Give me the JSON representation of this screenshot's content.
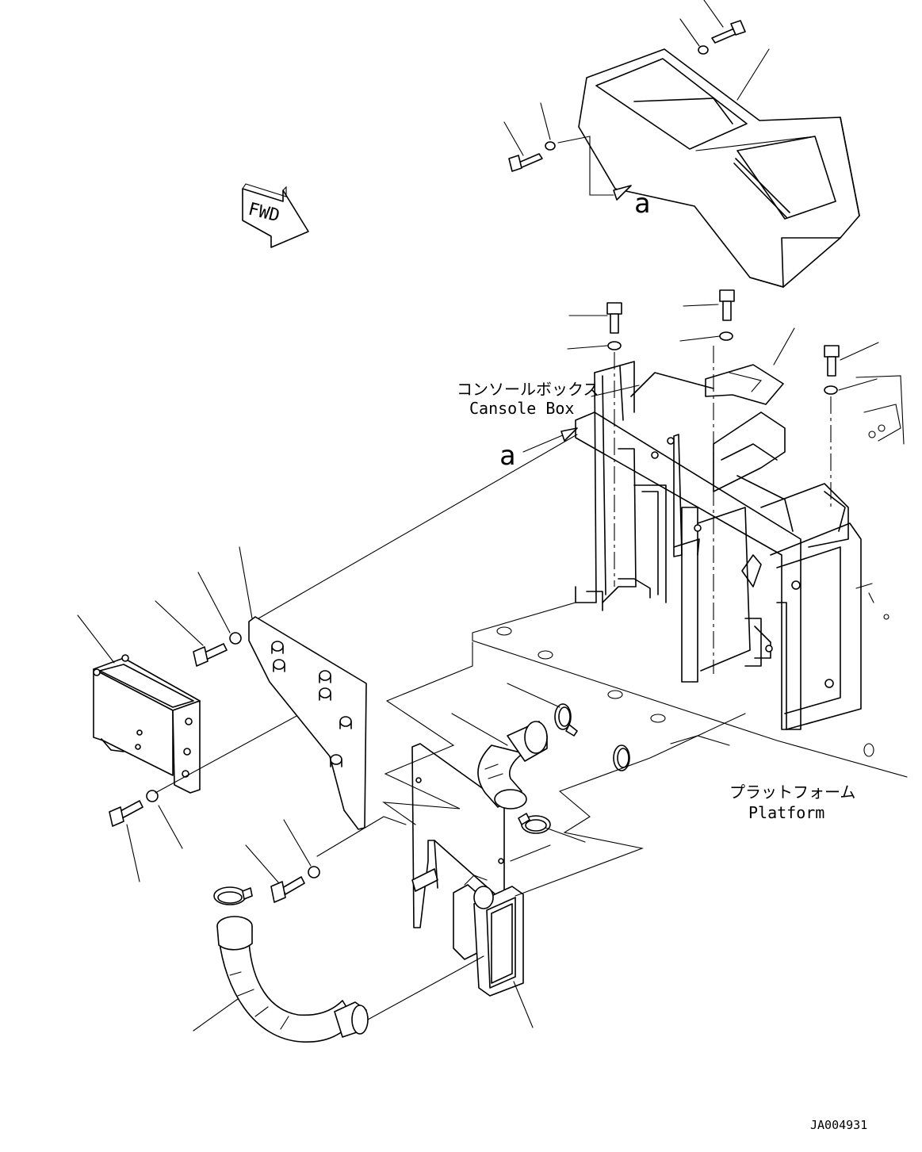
{
  "labels": {
    "console_box_jp": "コンソールボックス",
    "console_box_en": "Cansole Box",
    "platform_jp": "プラットフォーム",
    "platform_en": "Platform",
    "view_marker": "a",
    "fwd": "FWD",
    "drawing_number": "JA004931"
  }
}
